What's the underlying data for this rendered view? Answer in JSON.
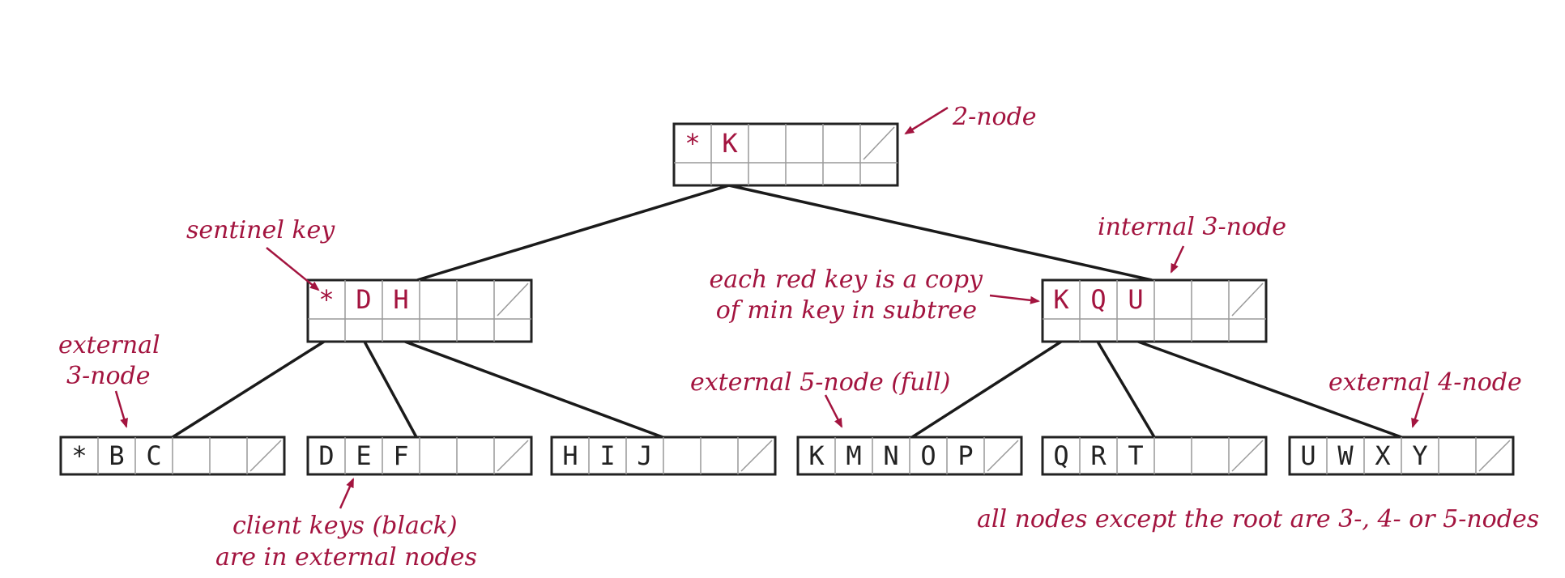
{
  "colors": {
    "annotation": "#a3143f",
    "red_key": "#a3143f",
    "black_key": "#222222",
    "line": "#1a1a1a",
    "cell_border": "#222222",
    "cell_divider": "#999999"
  },
  "tree": {
    "root": {
      "keys": [
        "*",
        "K"
      ],
      "red": [
        true,
        true
      ]
    },
    "internal": [
      {
        "keys": [
          "*",
          "D",
          "H"
        ],
        "red": [
          true,
          true,
          true
        ]
      },
      {
        "keys": [
          "K",
          "Q",
          "U"
        ],
        "red": [
          true,
          true,
          true
        ]
      }
    ],
    "external": [
      {
        "keys": [
          "*",
          "B",
          "C"
        ],
        "red": [
          false,
          false,
          false
        ]
      },
      {
        "keys": [
          "D",
          "E",
          "F"
        ],
        "red": [
          false,
          false,
          false
        ]
      },
      {
        "keys": [
          "H",
          "I",
          "J"
        ],
        "red": [
          false,
          false,
          false
        ]
      },
      {
        "keys": [
          "K",
          "M",
          "N",
          "O",
          "P"
        ],
        "red": [
          false,
          false,
          false,
          false,
          false
        ]
      },
      {
        "keys": [
          "Q",
          "R",
          "T"
        ],
        "red": [
          false,
          false,
          false
        ]
      },
      {
        "keys": [
          "U",
          "W",
          "X",
          "Y"
        ],
        "red": [
          false,
          false,
          false,
          false
        ]
      }
    ]
  },
  "annotations": {
    "two_node": "2-node",
    "sentinel_key": "sentinel key",
    "internal_three_node": "internal 3-node",
    "red_copy_line1": "each red key is a copy",
    "red_copy_line2": "of min key in subtree",
    "external_three_line1": "external",
    "external_three_line2": "3-node",
    "external_five_node": "external 5-node (full)",
    "external_four_node": "external 4-node",
    "client_keys_line1": "client keys (black)",
    "client_keys_line2": "are in external nodes",
    "all_nodes": "all nodes except the root are 3-, 4- or 5-nodes"
  }
}
